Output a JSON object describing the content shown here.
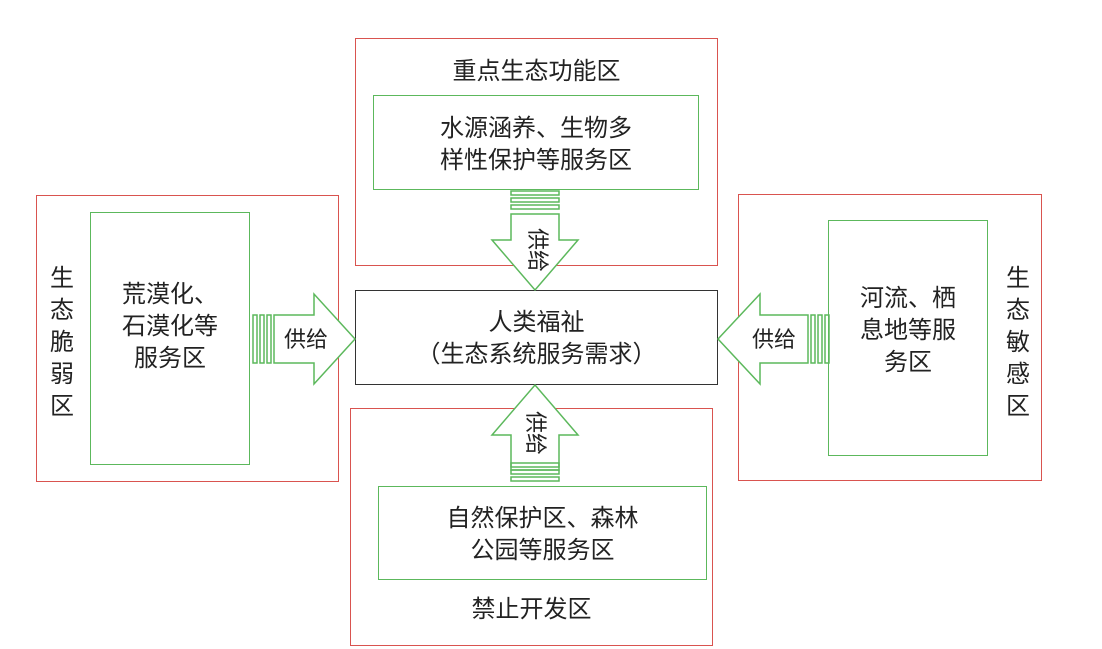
{
  "diagram": {
    "center": {
      "line1": "人类福祉",
      "line2": "（生态系统服务需求）"
    },
    "top": {
      "region_label": "重点生态功能区",
      "service_label": "水源涵养、生物多\n样性保护等服务区",
      "arrow_label": "供给"
    },
    "left": {
      "region_label": "生\n态\n脆\n弱\n区",
      "service_label": "荒漠化、\n石漠化等\n服务区",
      "arrow_label": "供给"
    },
    "right": {
      "region_label": "生\n态\n敏\n感\n区",
      "service_label": "河流、栖\n息地等服\n务区",
      "arrow_label": "供给"
    },
    "bottom": {
      "region_label": "禁止开发区",
      "service_label": "自然保护区、森林\n公园等服务区",
      "arrow_label": "供给"
    },
    "colors": {
      "region_border": "#d9534f",
      "service_border": "#5cb85c",
      "center_border": "#333333",
      "arrow_stroke": "#5cb85c"
    }
  }
}
